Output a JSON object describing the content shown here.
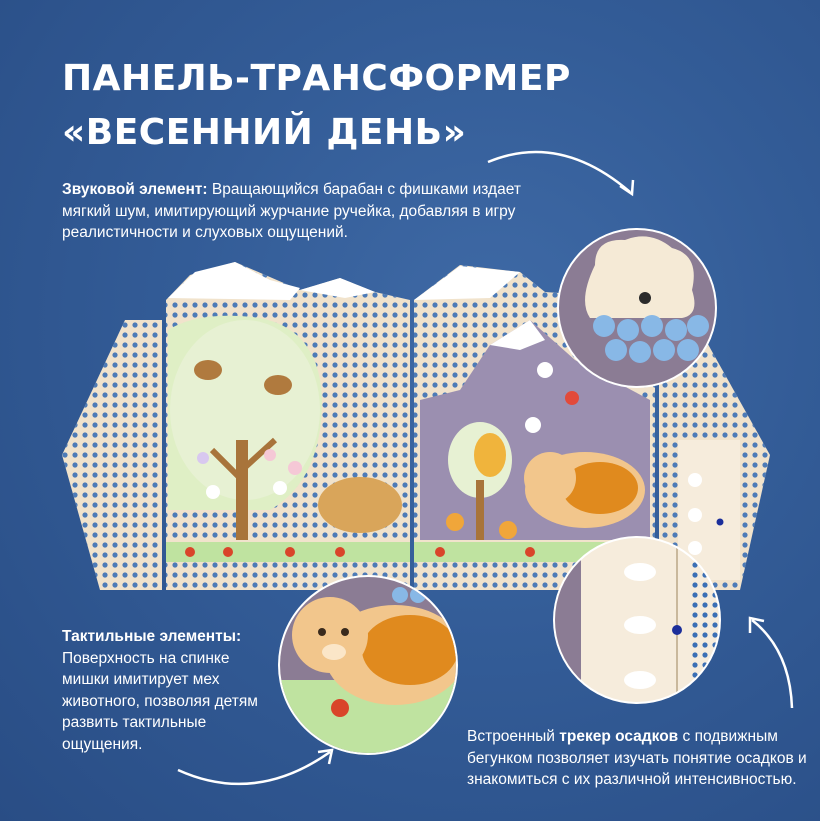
{
  "title": {
    "line1": "ПАНЕЛЬ-ТРАНСФОРМЕР",
    "line2": "«ВЕСЕННИЙ ДЕНЬ»"
  },
  "sound": {
    "bold": "Звуковой элемент:",
    "text": " Вращающийся барабан с фишками издает мягкий шум, имитирующий журчание ручейка, добавляя в игру реалистичности и слуховых ощущений."
  },
  "tactile": {
    "bold": "Тактильные элементы:",
    "text": " Поверхность на спинке мишки имитирует мех животного, позволяя детям развить тактильные ощущения."
  },
  "tracker": {
    "prefix": "Встроенный ",
    "bold": "трекер осадков",
    "text": " с подвижным бегунком позволяет изучать понятие осадков и знакомиться с их различной интенсивностью."
  },
  "colors": {
    "background": "#335c97",
    "wood": "#f1e3cc",
    "peg_hole": "#3b6fb5",
    "grass": "#bfe3a0",
    "bear": "#f2c68c",
    "fur": "#e08a1e",
    "mountain": "#9b8fb0"
  }
}
